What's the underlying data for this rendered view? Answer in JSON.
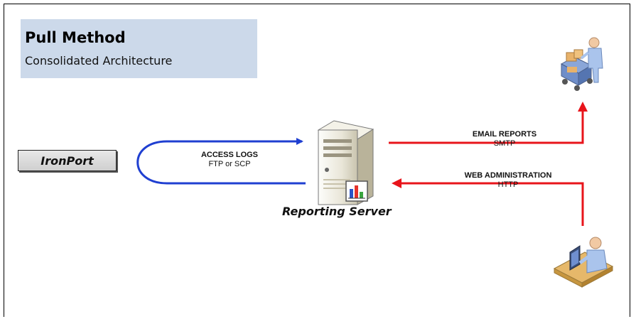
{
  "title": "Pull Method",
  "subtitle": "Consolidated Architecture",
  "source_box": {
    "label": "IronPort"
  },
  "server": {
    "label": "Reporting Server",
    "icon": "server-icon"
  },
  "flows": {
    "access_logs": {
      "title": "ACCESS LOGS",
      "protocol": "FTP or SCP",
      "color": "#1f3fd1"
    },
    "email_reports": {
      "title": "EMAIL REPORTS",
      "protocol": "SMTP",
      "color": "#e8141b"
    },
    "web_admin": {
      "title": "WEB ADMINISTRATION",
      "protocol": "HTTP",
      "color": "#e8141b"
    }
  },
  "icons": {
    "mail_recipient": "mail-cart-person-icon",
    "admin_user": "workstation-user-icon"
  }
}
